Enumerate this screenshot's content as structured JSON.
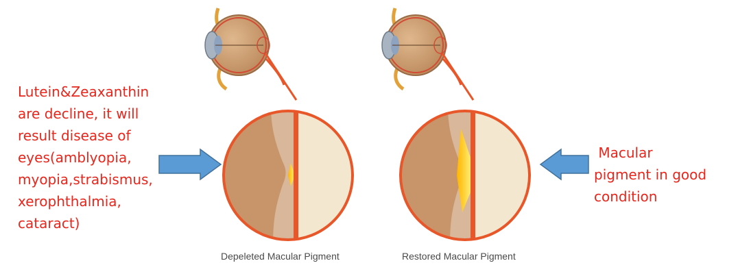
{
  "left_note": {
    "lines": [
      "Lutein&Zeaxanthin",
      "are decline, it will",
      "result disease of",
      "eyes(amblyopia,",
      "myopia,strabismus,",
      "xerophthalmia,",
      "cataract)"
    ]
  },
  "right_note": {
    "lines": [
      " Macular",
      "pigment in good",
      "condition"
    ]
  },
  "captions": {
    "depleted": "Depeleted Macular Pigment",
    "restored": "Restored Macular Pigment"
  },
  "colors": {
    "annotation_text": "#e8261c",
    "arrow_fill": "#5b9bd5",
    "arrow_stroke": "#41719c",
    "retina_line": "#e8572a",
    "tissue_dark": "#c8956a",
    "tissue_light": "#f3e8cf",
    "pigment": "#ffd21a"
  }
}
